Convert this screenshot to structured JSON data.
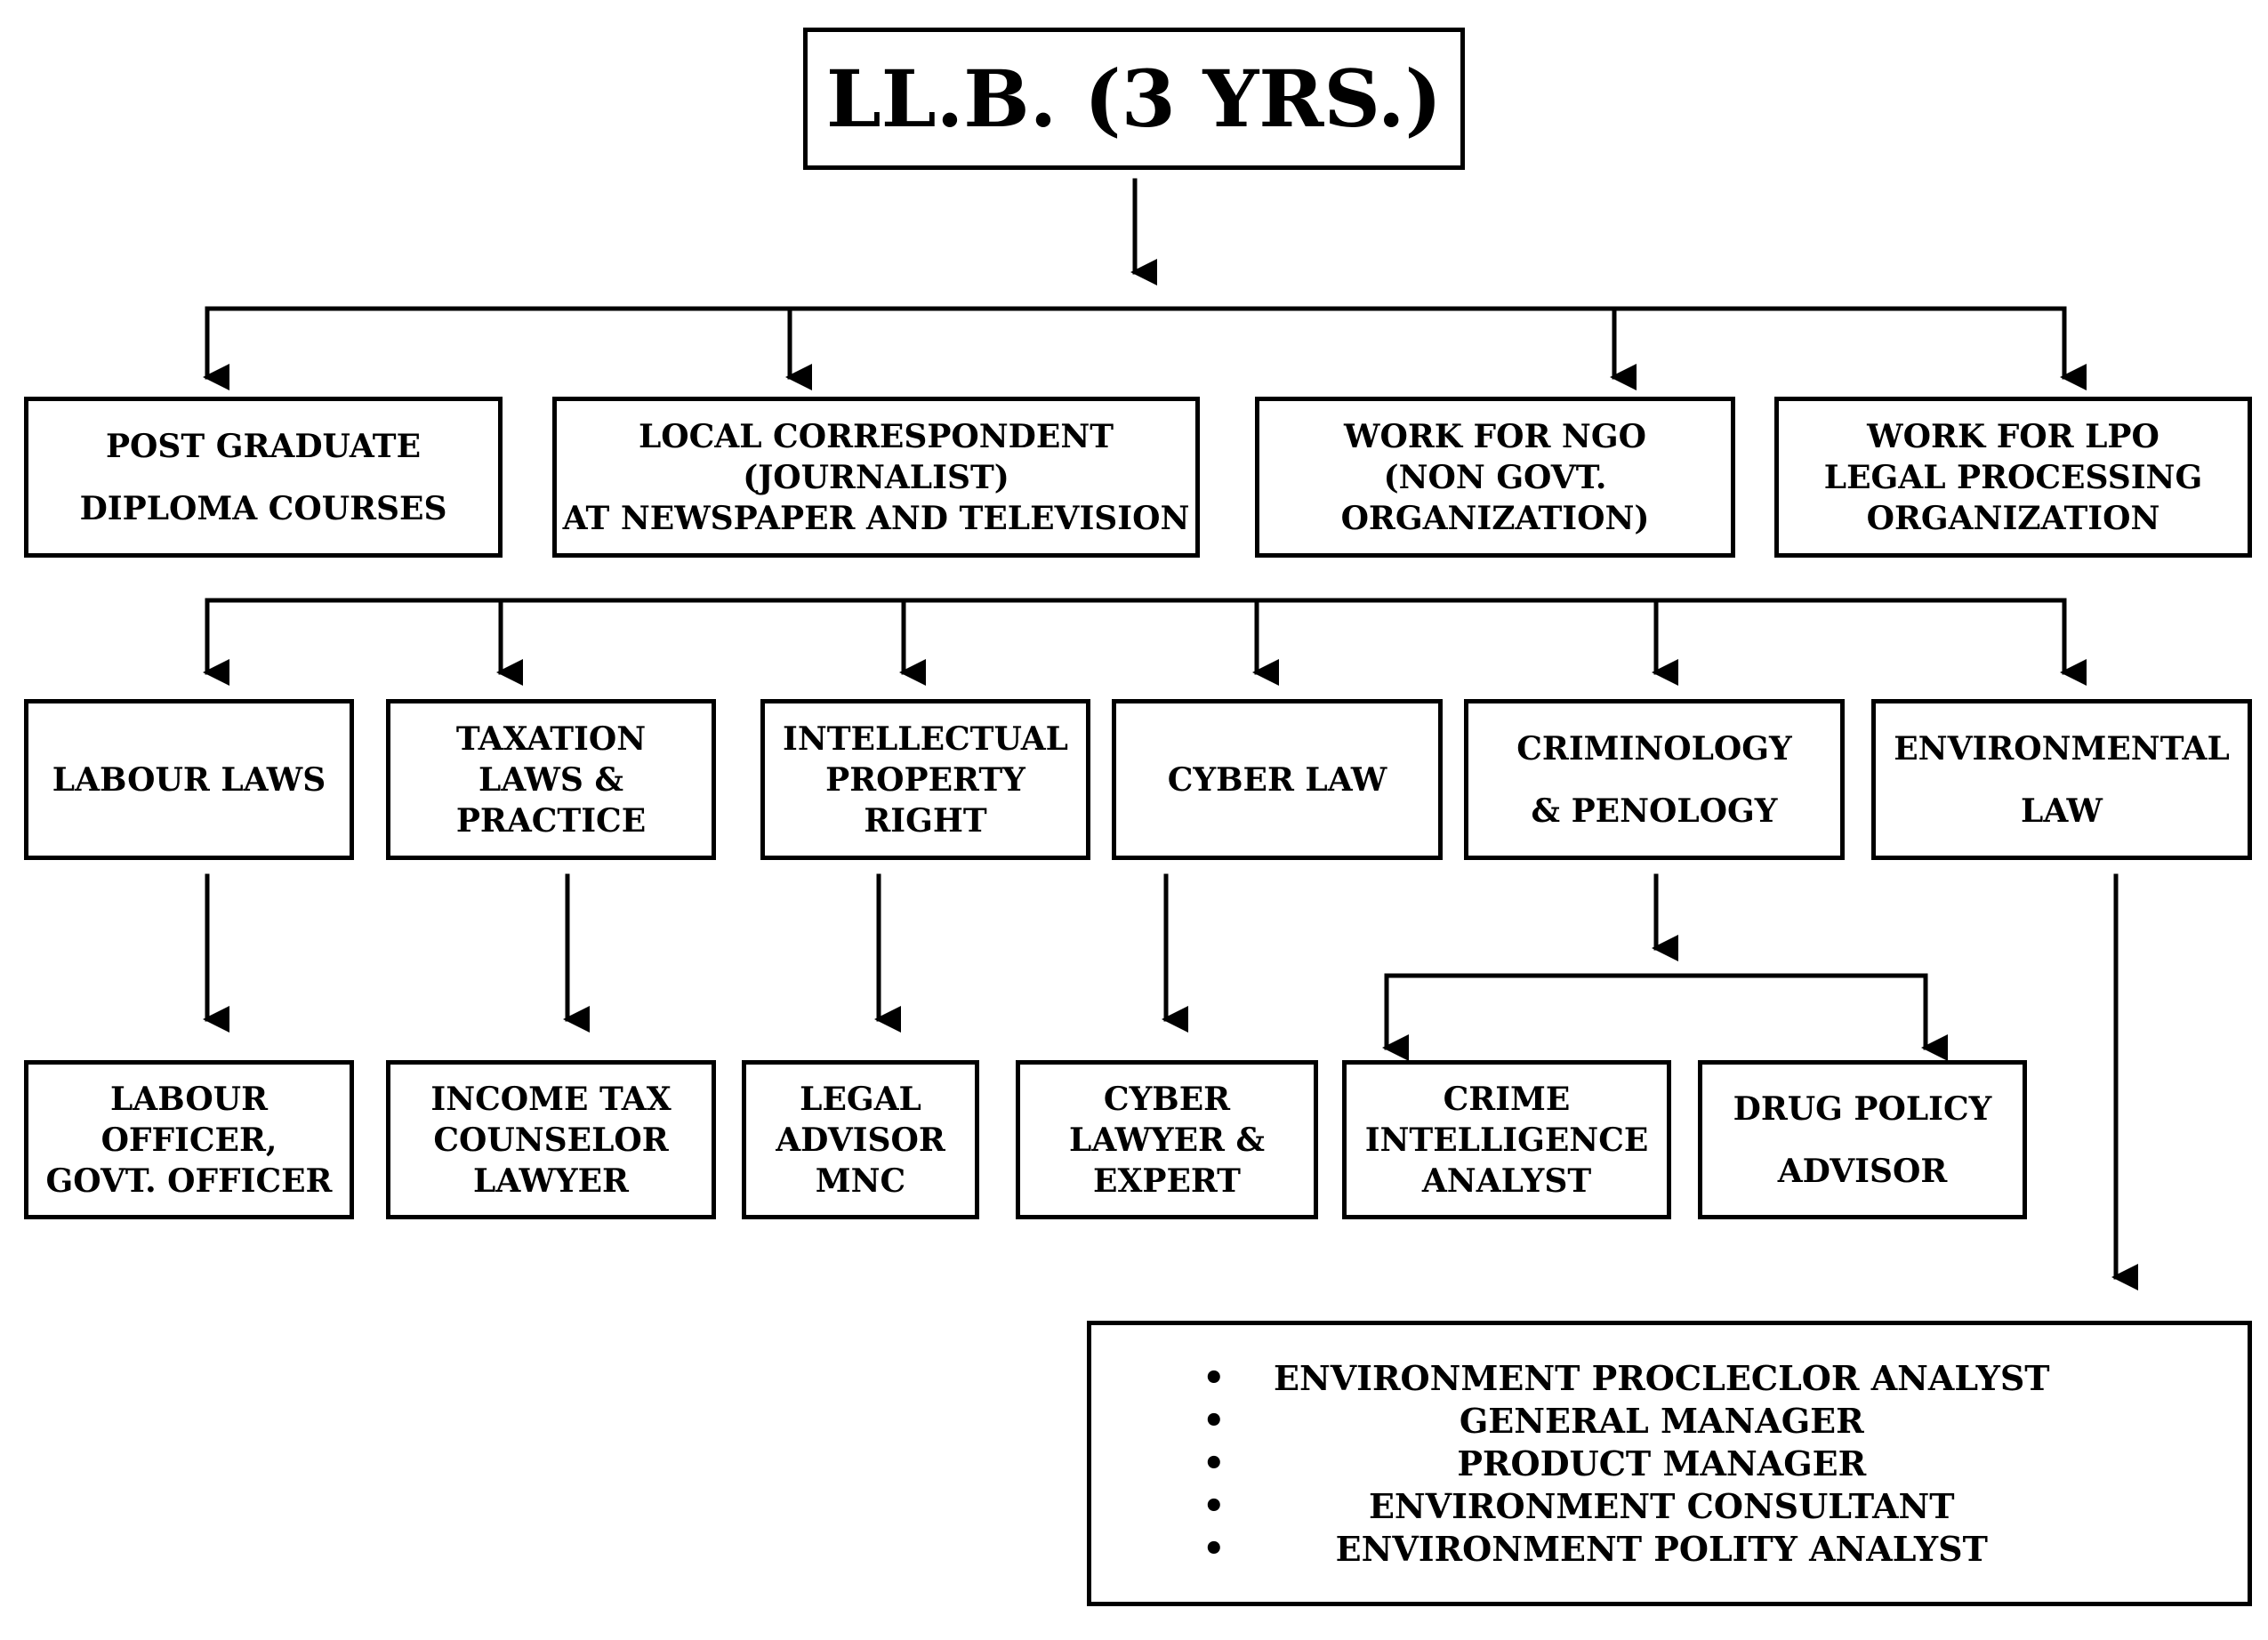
{
  "title": "LL.B. (3 YRS.)",
  "level1": [
    {
      "id": "post-graduate",
      "lines": [
        "POST GRADUATE",
        "DIPLOMA COURSES"
      ]
    },
    {
      "id": "local-correspondent",
      "lines": [
        "LOCAL CORRESPONDENT",
        "(JOURNALIST)",
        "AT NEWSPAPER AND TELEVISION"
      ]
    },
    {
      "id": "work-for-ngo",
      "lines": [
        "WORK FOR NGO",
        "(NON GOVT.",
        "ORGANIZATION)"
      ]
    },
    {
      "id": "work-for-lpo",
      "lines": [
        "WORK FOR LPO",
        "LEGAL PROCESSING",
        "ORGANIZATION"
      ]
    }
  ],
  "level2": [
    {
      "id": "labour-laws",
      "lines": [
        "LABOUR LAWS"
      ]
    },
    {
      "id": "taxation-laws",
      "lines": [
        "TAXATION",
        "LAWS &",
        "PRACTICE"
      ]
    },
    {
      "id": "intellectual-property",
      "lines": [
        "INTELLECTUAL",
        "PROPERTY",
        "RIGHT"
      ]
    },
    {
      "id": "cyber-law",
      "lines": [
        "CYBER LAW"
      ]
    },
    {
      "id": "criminology",
      "lines": [
        "CRIMINOLOGY",
        "& PENOLOGY"
      ]
    },
    {
      "id": "environmental-law",
      "lines": [
        "ENVIRONMENTAL",
        "LAW"
      ]
    }
  ],
  "level3": [
    {
      "id": "labour-officer",
      "lines": [
        "LABOUR",
        "OFFICER,",
        "GOVT. OFFICER"
      ]
    },
    {
      "id": "income-tax-counselor",
      "lines": [
        "INCOME TAX",
        "COUNSELOR",
        "LAWYER"
      ]
    },
    {
      "id": "legal-advisor",
      "lines": [
        "LEGAL",
        "ADVISOR",
        "MNC"
      ]
    },
    {
      "id": "cyber-lawyer",
      "lines": [
        "CYBER",
        "LAWYER &",
        "EXPERT"
      ]
    },
    {
      "id": "crime-intelligence",
      "lines": [
        "CRIME",
        "INTELLIGENCE",
        "ANALYST"
      ]
    },
    {
      "id": "drug-policy",
      "lines": [
        "DRUG POLICY",
        "ADVISOR"
      ]
    }
  ],
  "environment_careers": [
    "ENVIRONMENT PROCLECLOR ANALYST",
    "GENERAL MANAGER",
    "PRODUCT MANAGER",
    "ENVIRONMENT CONSULTANT",
    "ENVIRONMENT POLITY ANALYST"
  ]
}
